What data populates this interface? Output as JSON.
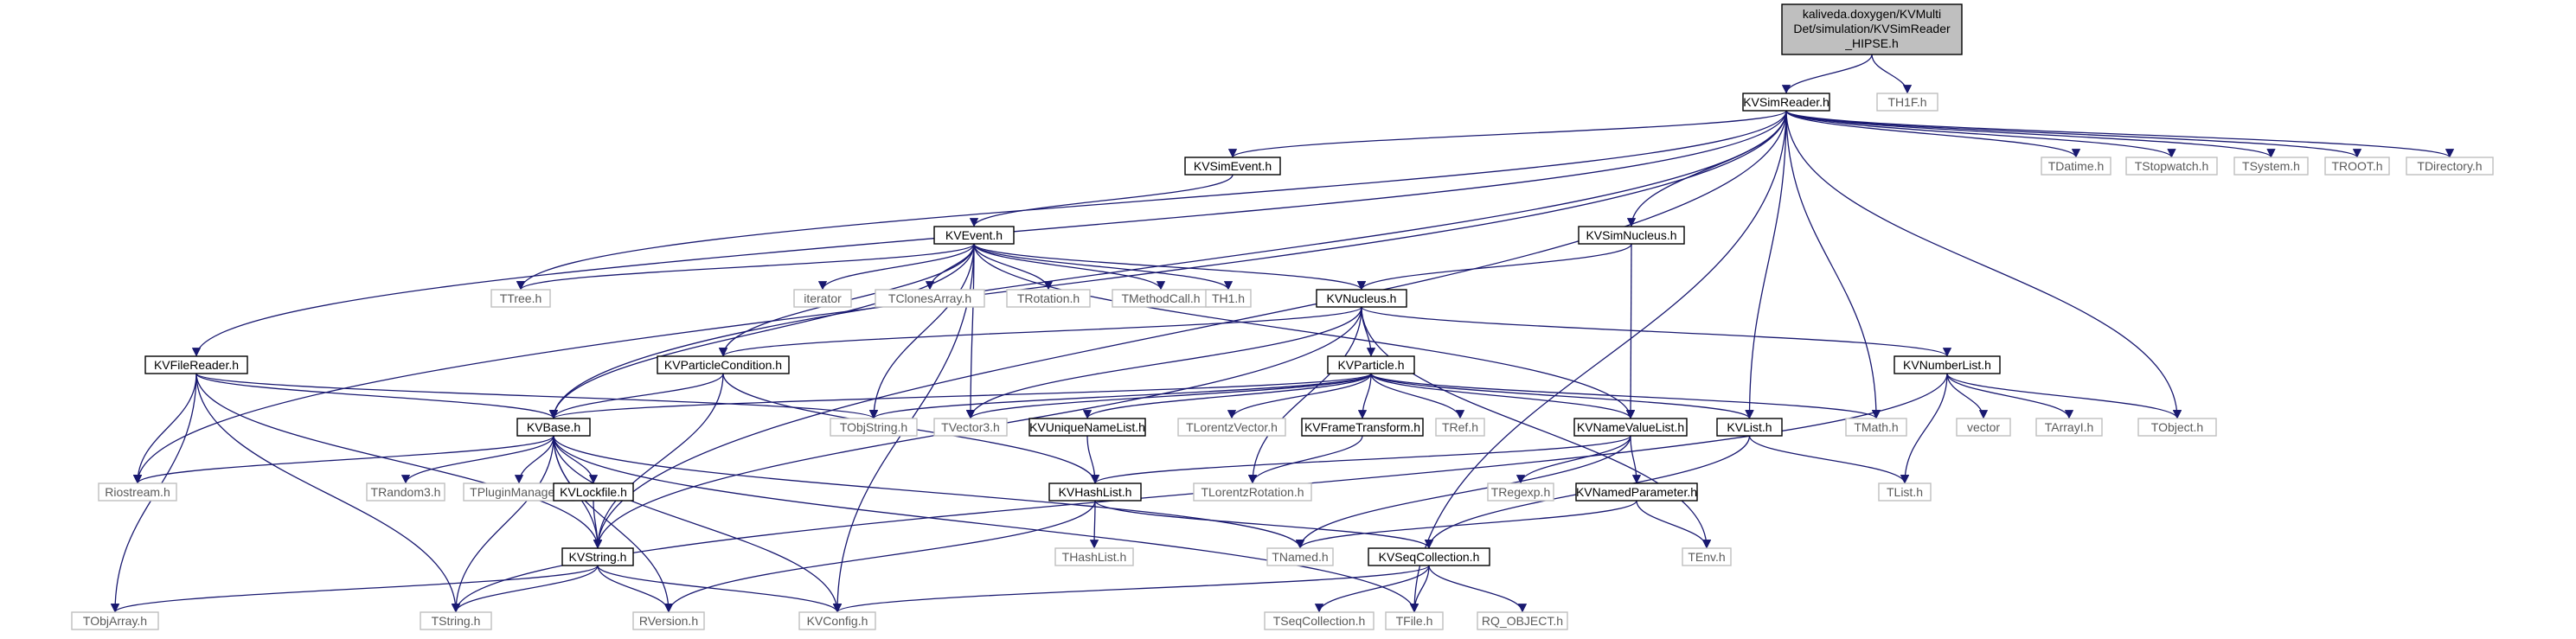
{
  "colors": {
    "edge": "#191970",
    "root_fill": "#bfbfbf",
    "node_border_documented": "#000000",
    "node_border_external": "#bfbfbf",
    "external_text": "#5a5a5a"
  },
  "root": {
    "label_lines": [
      "kaliveda.doxygen/KVMulti",
      "Det/simulation/KVSimReader",
      "_HIPSE.h"
    ]
  },
  "nodes": {
    "simreader": "KVSimReader.h",
    "th1f": "TH1F.h",
    "simevent": "KVSimEvent.h",
    "tdatime": "TDatime.h",
    "tstopwatch": "TStopwatch.h",
    "tsystem": "TSystem.h",
    "troot": "TROOT.h",
    "tdirectory": "TDirectory.h",
    "kvevent": "KVEvent.h",
    "simnucleus": "KVSimNucleus.h",
    "ttree": "TTree.h",
    "iterator": "iterator",
    "tclonesarray": "TClonesArray.h",
    "trotation": "TRotation.h",
    "tmethodcall": "TMethodCall.h",
    "th1": "TH1.h",
    "kvnucleus": "KVNucleus.h",
    "filereader": "KVFileReader.h",
    "partcond": "KVParticleCondition.h",
    "kvparticle": "KVParticle.h",
    "numberlist": "KVNumberList.h",
    "kvbase": "KVBase.h",
    "tobjstring": "TObjString.h",
    "tvector3": "TVector3.h",
    "uniquenamelist": "KVUniqueNameList.h",
    "tlorentzvector": "TLorentzVector.h",
    "frametransform": "KVFrameTransform.h",
    "tref": "TRef.h",
    "namevaluelist": "KVNameValueList.h",
    "kvlist": "KVList.h",
    "tmath": "TMath.h",
    "vector": "vector",
    "tarrayi": "TArrayI.h",
    "tobject": "TObject.h",
    "riostream": "Riostream.h",
    "trandom3": "TRandom3.h",
    "tpluginmanager": "TPluginManager.h",
    "lockfile": "KVLockfile.h",
    "kvhashlist": "KVHashList.h",
    "tlorentzrotation": "TLorentzRotation.h",
    "tregexp": "TRegexp.h",
    "namedparameter": "KVNamedParameter.h",
    "tlist": "TList.h",
    "kvstring": "KVString.h",
    "thashlist": "THashList.h",
    "tnamed": "TNamed.h",
    "seqcollection": "KVSeqCollection.h",
    "tenv": "TEnv.h",
    "tobjarray": "TObjArray.h",
    "tstring": "TString.h",
    "rversion": "RVersion.h",
    "kvconfig": "KVConfig.h",
    "tseqcollection": "TSeqCollection.h",
    "tfile": "TFile.h",
    "rqobject": "RQ_OBJECT.h"
  }
}
